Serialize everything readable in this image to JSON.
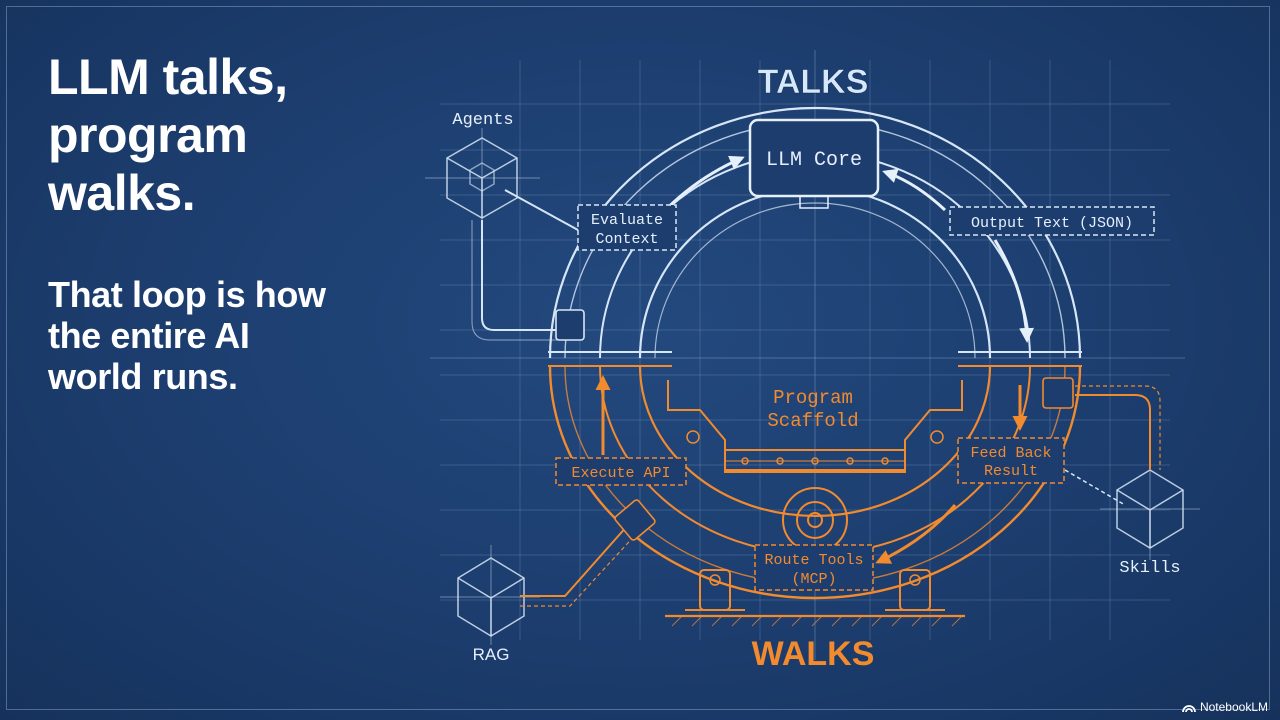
{
  "headline": {
    "line1": "LLM talks,",
    "line2": "program",
    "line3": "walks."
  },
  "subline": {
    "line1": "That loop is how",
    "line2": "the entire AI",
    "line3": "world runs."
  },
  "diagram": {
    "top_label": "TALKS",
    "bottom_label": "WALKS",
    "core_label": "LLM Core",
    "scaffold_label_line1": "Program",
    "scaffold_label_line2": "Scaffold",
    "steps": {
      "evaluate_line1": "Evaluate",
      "evaluate_line2": "Context",
      "output": "Output Text (JSON)",
      "feedback_line1": "Feed Back",
      "feedback_line2": "Result",
      "route_line1": "Route Tools",
      "route_line2": "(MCP)",
      "execute": "Execute API"
    },
    "nodes": {
      "agents": "Agents",
      "skills": "Skills",
      "rag": "RAG"
    }
  },
  "watermark": {
    "text": "NotebookLM"
  },
  "colors": {
    "background": "#1c3d6e",
    "blueprint_line": "#d7e6f6",
    "accent_orange": "#f28a2e",
    "text_white": "#ffffff"
  }
}
